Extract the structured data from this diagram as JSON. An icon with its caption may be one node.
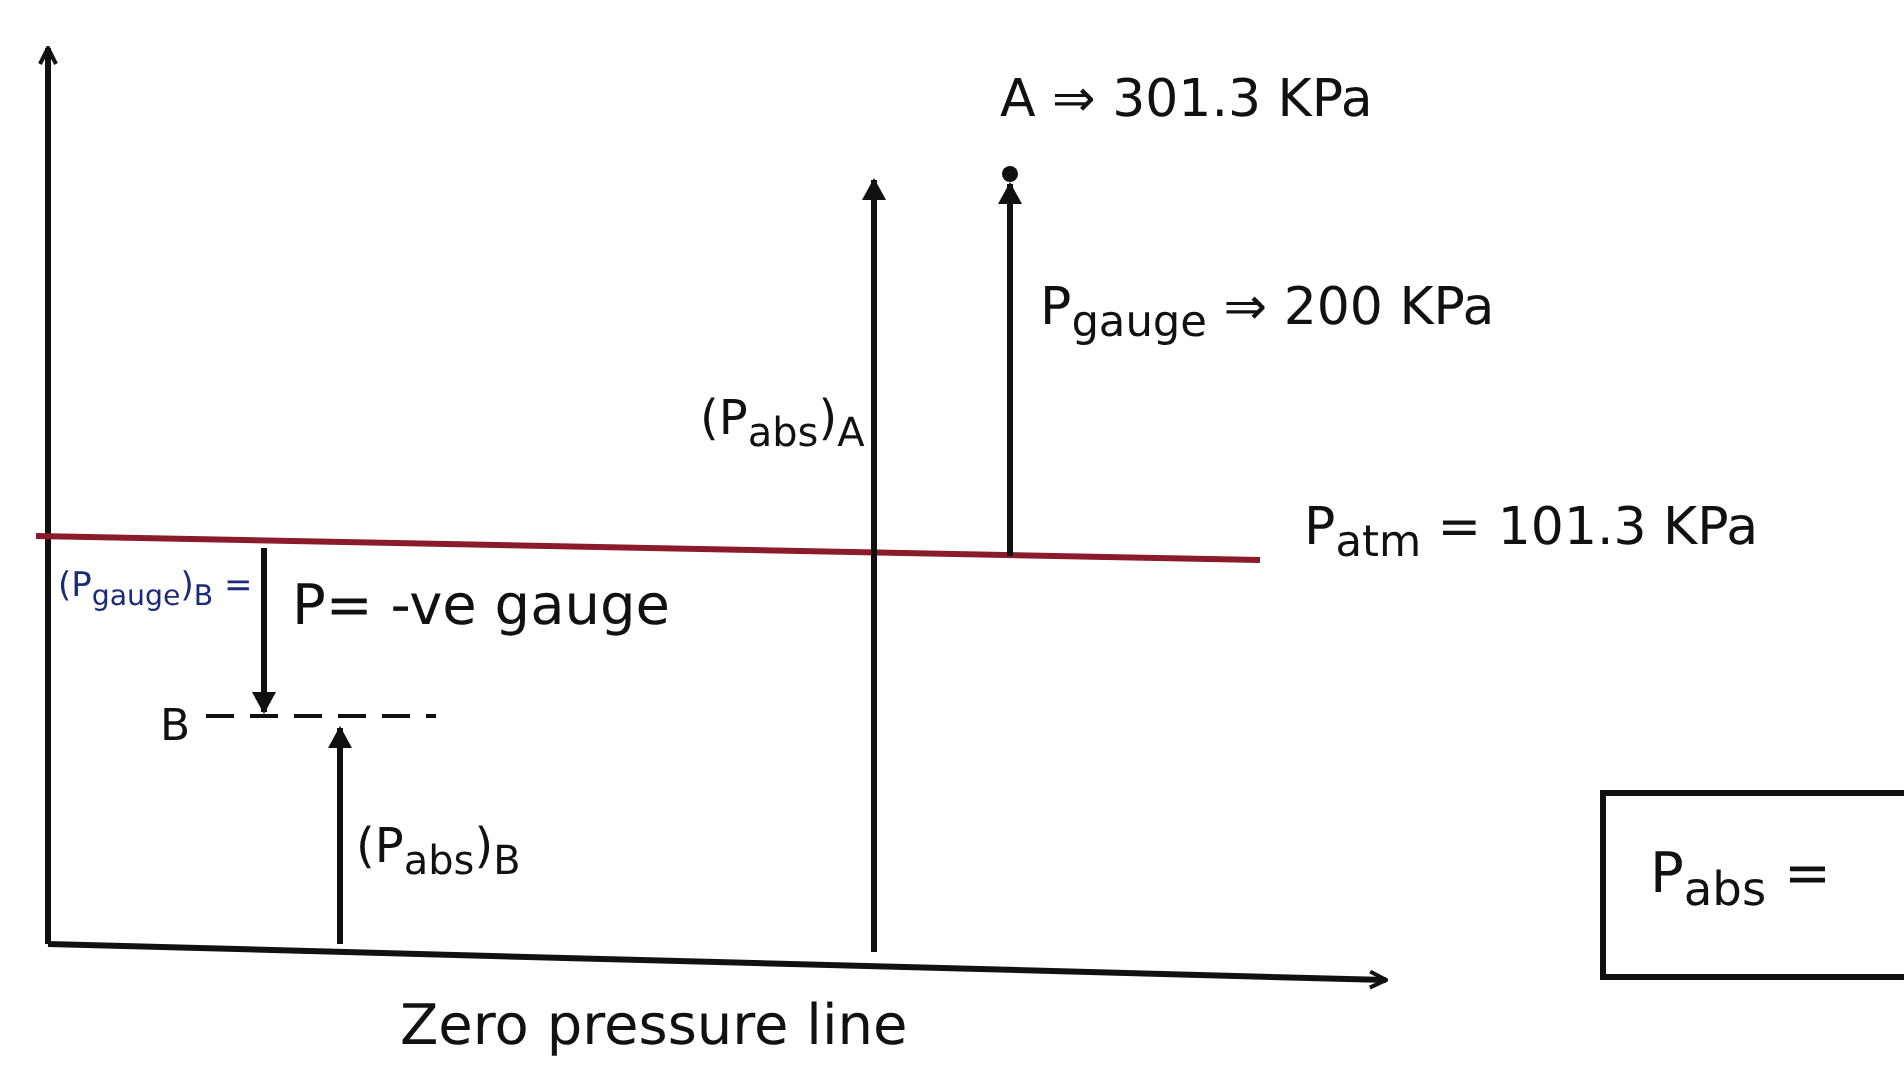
{
  "diagram": {
    "nodes": [
      {
        "text": [
          "P$_{abs}$ ="
        ]
      }
    ],
    "labels": [
      "A ⇒ 301.3 KPa",
      "P$_{gauge}$ ⇒ 200 KPa",
      "(P$_{abs}$)$_{A}$",
      "P$_{atm}$ = 101.3 KPa",
      "(P$_{gauge}$)$_{B}$ =",
      "P= -ve gauge",
      "B",
      "(P$_{abs}$)$_{B}$",
      "Zero pressure line"
    ]
  }
}
